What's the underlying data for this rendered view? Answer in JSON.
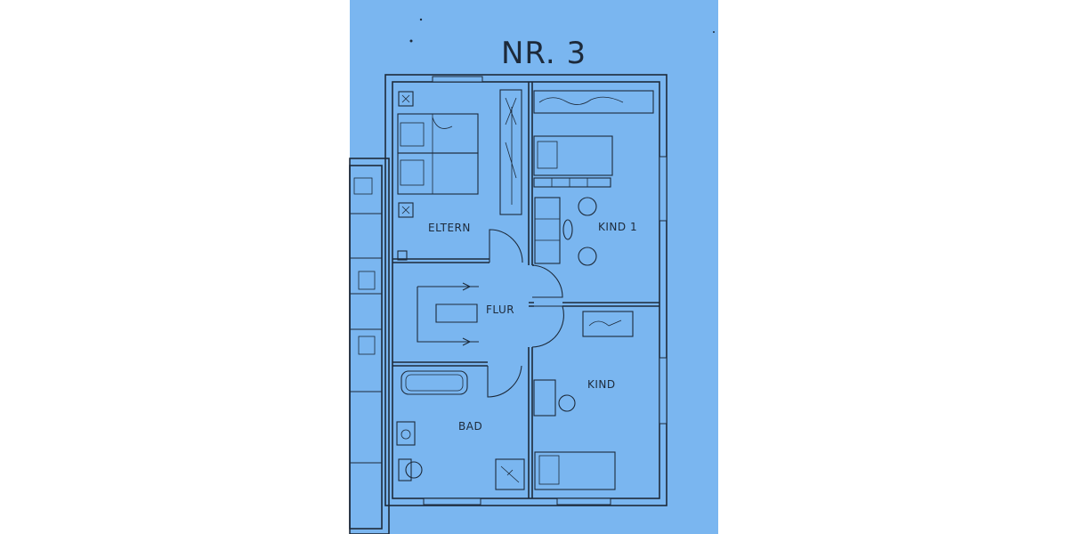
{
  "plan": {
    "title": "NR. 3",
    "rooms": {
      "eltern": "ELTERN",
      "kind1": "KIND 1",
      "flur": "FLUR",
      "kind": "KIND",
      "bad": "BAD"
    }
  },
  "colors": {
    "paper": "#7ab6f0",
    "ink": "#1d2a3a",
    "margin": "#ffffff"
  }
}
